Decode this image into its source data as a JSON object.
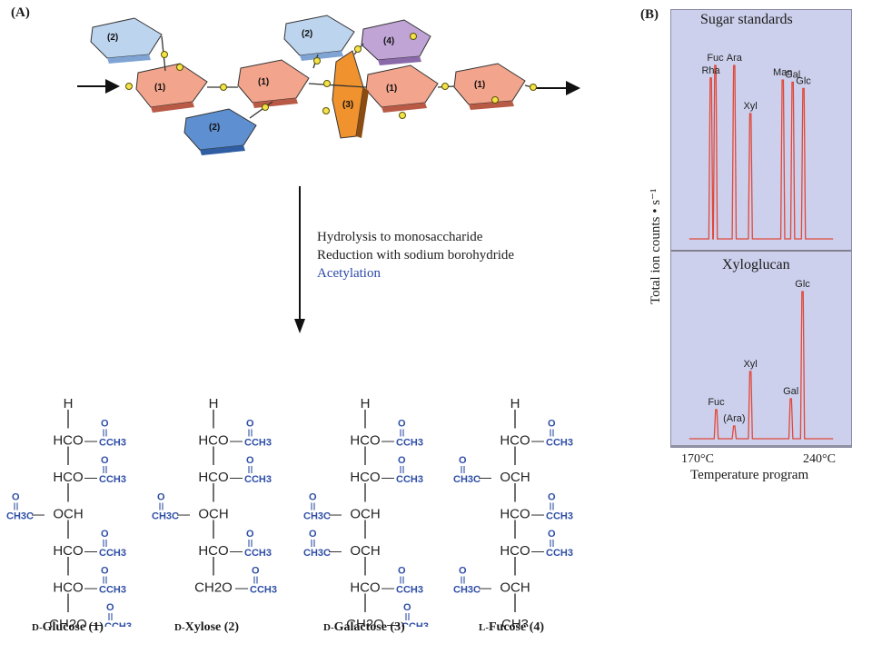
{
  "panel_a_label": "(A)",
  "panel_b_label": "(B)",
  "residue_labels": [
    "(1)",
    "(2)",
    "(3)",
    "(4)"
  ],
  "steps": [
    "Hydrolysis to monosaccharide",
    "Reduction with sodium borohydride",
    "Acetylation"
  ],
  "sugars": [
    {
      "prefix": "D-",
      "name": "Glucose (1)"
    },
    {
      "prefix": "D-",
      "name": "Xylose (2)"
    },
    {
      "prefix": "D-",
      "name": "Galactose (3)"
    },
    {
      "prefix": "L-",
      "name": "Fucose (4)"
    }
  ],
  "chem": {
    "h": "H",
    "hco": "HCO",
    "och": "OCH",
    "ch2o": "CH2O",
    "ch3": "CH3",
    "acetyl_right": "CCH3",
    "acetyl_left": "CH3C",
    "carbonyl_o": "O",
    "dash": "—"
  },
  "colors": {
    "acetyl_blue": "#2e4ea6",
    "trace_red": "#e0483a",
    "panel_bg": "#ccd0ec",
    "glucose_ring": "#f2a48c",
    "xylose_ring_light": "#bcd4ee",
    "xylose_ring_dark": "#5e8fd0",
    "galactose_ring": "#f0922e",
    "fucose_ring": "#c0a4d6"
  },
  "chart_data": [
    {
      "type": "line",
      "title": "Sugar standards",
      "ylabel": "Total ion counts • s⁻¹",
      "xlabel": "Temperature program",
      "x_ticks": [
        "170°C",
        "240°C"
      ],
      "peaks": [
        {
          "label": "Rha",
          "x": 0.22,
          "height": 0.77
        },
        {
          "label": "Fuc",
          "x": 0.245,
          "height": 0.83
        },
        {
          "label": "Ara",
          "x": 0.35,
          "height": 0.83
        },
        {
          "label": "Xyl",
          "x": 0.44,
          "height": 0.6
        },
        {
          "label": "Man",
          "x": 0.62,
          "height": 0.76
        },
        {
          "label": "Gal",
          "x": 0.675,
          "height": 0.75
        },
        {
          "label": "Glc",
          "x": 0.735,
          "height": 0.72
        }
      ]
    },
    {
      "type": "line",
      "title": "Xyloglucan",
      "peaks": [
        {
          "label": "Fuc",
          "x": 0.25,
          "height": 0.16
        },
        {
          "label": "(Ara)",
          "x": 0.35,
          "height": 0.07
        },
        {
          "label": "Xyl",
          "x": 0.44,
          "height": 0.37
        },
        {
          "label": "Gal",
          "x": 0.665,
          "height": 0.22
        },
        {
          "label": "Glc",
          "x": 0.73,
          "height": 0.81
        }
      ]
    }
  ]
}
